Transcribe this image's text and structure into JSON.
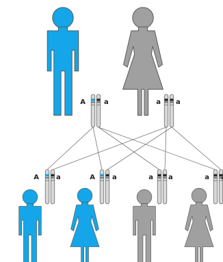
{
  "colors": {
    "affected": "#14a6e8",
    "unaffected": "#a0a0a0",
    "outline": "#555555",
    "chromosome_fill": "#d8d8d8",
    "chromosome_stroke": "#6a6a6a",
    "dominant_band": "#1aa7e6",
    "recessive_band": "#2a2a2a",
    "cross_lines": "#777777"
  },
  "parents": [
    {
      "name": "father",
      "sex": "male",
      "affected": true,
      "alleles": [
        "A",
        "a"
      ]
    },
    {
      "name": "mother",
      "sex": "female",
      "affected": false,
      "alleles": [
        "a",
        "a"
      ]
    }
  ],
  "children": [
    {
      "name": "son-1",
      "sex": "male",
      "affected": true,
      "alleles": [
        "A",
        "a"
      ]
    },
    {
      "name": "daughter-1",
      "sex": "female",
      "affected": true,
      "alleles": [
        "A",
        "a"
      ]
    },
    {
      "name": "son-2",
      "sex": "male",
      "affected": false,
      "alleles": [
        "a",
        "a"
      ]
    },
    {
      "name": "daughter-2",
      "sex": "female",
      "affected": false,
      "alleles": [
        "a",
        "a"
      ]
    }
  ]
}
